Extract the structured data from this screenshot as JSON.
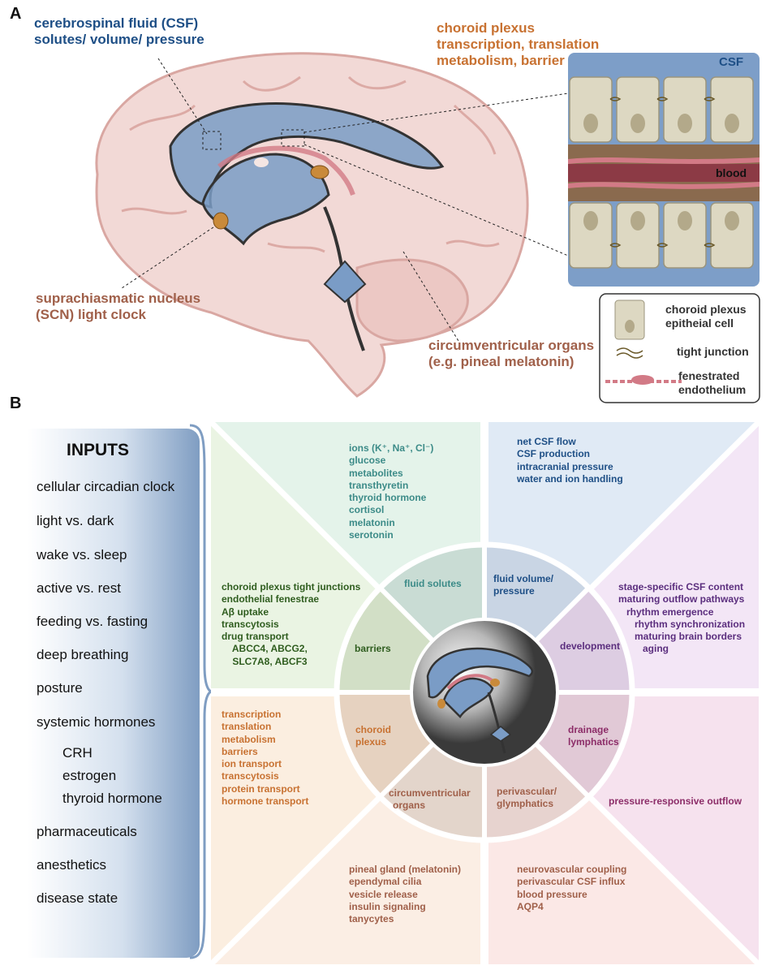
{
  "panel_a": {
    "letter": "A",
    "csf_label": [
      "cerebrospinal fluid  (CSF)",
      "solutes/ volume/ pressure"
    ],
    "choroid_label": [
      "choroid plexus",
      "transcription, translation",
      "metabolism, barrier"
    ],
    "scn_label": [
      "suprachiasmatic nucleus",
      " (SCN) light clock"
    ],
    "cvo_label": [
      "circumventricular organs",
      "(e.g. pineal melatonin)"
    ],
    "inset": {
      "csf": "CSF",
      "blood": "blood"
    },
    "legend": {
      "epithelial": [
        "choroid plexus",
        "epitheial cell"
      ],
      "tight_junction": "tight junction",
      "endothelium": [
        "fenestrated",
        "endothelium"
      ]
    }
  },
  "panel_b": {
    "letter": "B",
    "inputs_title": "INPUTS",
    "inputs": [
      {
        "text": "cellular circadian clock",
        "indent": false
      },
      {
        "text": "light vs. dark",
        "indent": false
      },
      {
        "text": "wake vs. sleep",
        "indent": false
      },
      {
        "text": "active vs. rest",
        "indent": false
      },
      {
        "text": "feeding vs. fasting",
        "indent": false
      },
      {
        "text": "deep breathing",
        "indent": false
      },
      {
        "text": "posture",
        "indent": false
      },
      {
        "text": "systemic hormones",
        "indent": false
      },
      {
        "text": "CRH",
        "indent": true
      },
      {
        "text": "estrogen",
        "indent": true
      },
      {
        "text": "thyroid hormone",
        "indent": true
      },
      {
        "text": "pharmaceuticals",
        "indent": false
      },
      {
        "text": "anesthetics",
        "indent": false
      },
      {
        "text": "disease state",
        "indent": false
      }
    ],
    "ring": {
      "fluid_solutes": "fluid solutes",
      "fluid_volume": [
        "fluid volume/",
        "pressure"
      ],
      "development": "development",
      "drainage": [
        "drainage",
        "lymphatics"
      ],
      "perivascular": [
        "perivascular/",
        "glymphatics"
      ],
      "circumventricular": [
        "circumventricular",
        "organs"
      ],
      "choroid": [
        "choroid",
        "plexus"
      ],
      "barriers": "barriers"
    },
    "sectors": {
      "solutes": [
        "ions (K⁺, Na⁺, Cl⁻)",
        "glucose",
        "metabolites",
        "transthyretin",
        "thyroid hormone",
        "cortisol",
        "melatonin",
        "serotonin"
      ],
      "volume": [
        "net CSF flow",
        "CSF production",
        "intracranial pressure",
        "water and ion handling"
      ],
      "development": [
        "stage-specific CSF content",
        "maturing outflow pathways",
        "   rhythm emergence",
        "      rhythm synchronization",
        "      maturing brain borders",
        "         aging"
      ],
      "drainage": [
        "pressure-responsive outflow"
      ],
      "perivascular": [
        "neurovascular coupling",
        "perivascular CSF influx",
        "blood pressure",
        "AQP4"
      ],
      "cvo": [
        "pineal gland (melatonin)",
        "ependymal cilia",
        "vesicle release",
        "insulin signaling",
        "tanycytes"
      ],
      "choroid": [
        "transcription",
        "translation",
        "metabolism",
        "barriers",
        "ion transport",
        "transcytosis",
        "protein transport",
        "hormone transport"
      ],
      "barriers": [
        "choroid plexus tight junctions",
        "endothelial fenestrae",
        "Aβ uptake",
        "transcytosis",
        "drug transport",
        "    ABCC4, ABCG2,",
        "    SLC7A8, ABCF3"
      ]
    },
    "colors": {
      "solutes": "#e4f3ea",
      "volume": "#e0eaf5",
      "development": "#f3e6f6",
      "drainage": "#f6e2ee",
      "perivascular": "#fbe8e6",
      "cvo": "#fbeee4",
      "choroid": "#fbeee0",
      "barriers": "#eaf4e3",
      "text_solutes": "#3c8b88",
      "text_volume": "#1e4f86",
      "text_development": "#5b2e7e",
      "text_drainage": "#8c2d68",
      "text_perivascular": "#a0604a",
      "text_cvo": "#a0604a",
      "text_choroid": "#c87232",
      "text_barriers": "#2f5d1f"
    }
  }
}
